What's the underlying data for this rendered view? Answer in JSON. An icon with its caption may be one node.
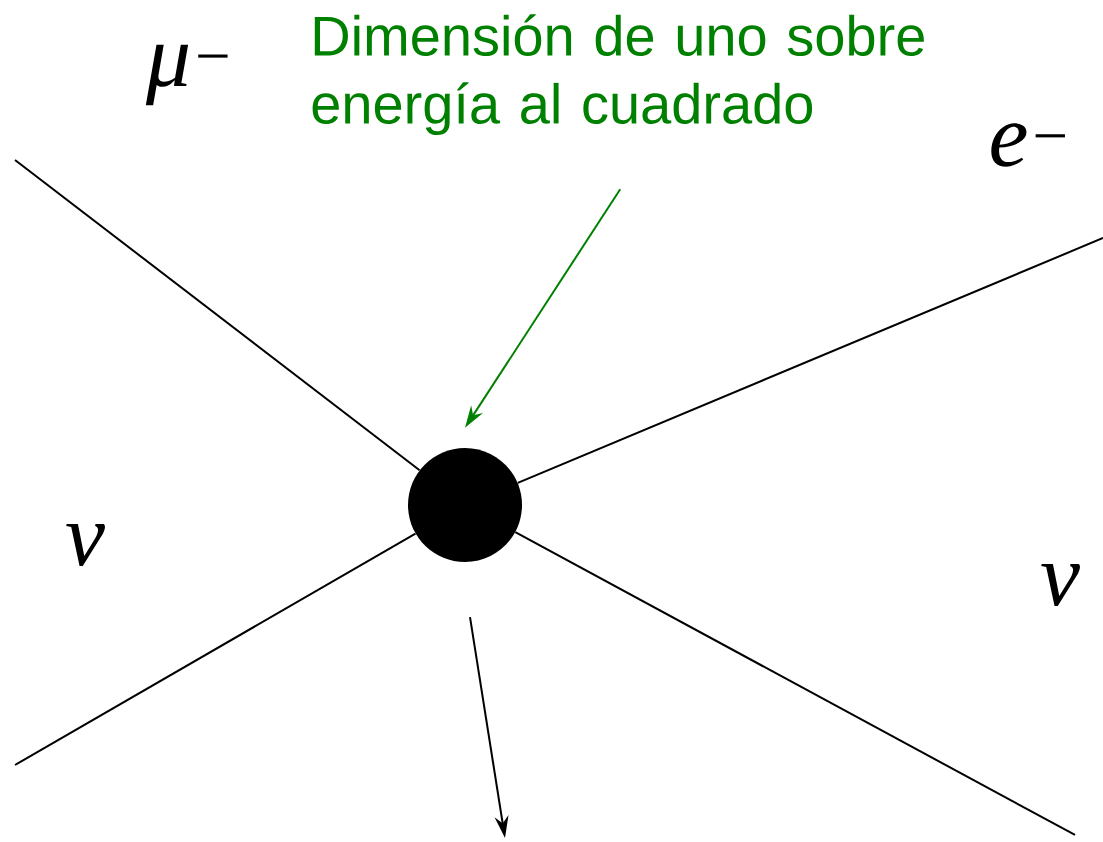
{
  "diagram": {
    "nodes": [
      {
        "text": [
          "Dimensión de uno sobre energía al cuadrado"
        ]
      },
      {
        "text": [],
        "shape": "circle"
      }
    ],
    "edges": [
      {
        "from": 0,
        "to": 1,
        "arrow": "to",
        "color": "#008000"
      },
      {
        "from": null,
        "to": 1,
        "arrow": "none"
      },
      {
        "from": null,
        "to": 1,
        "arrow": "none"
      },
      {
        "from": null,
        "to": 1,
        "arrow": "none"
      },
      {
        "from": null,
        "to": 1,
        "arrow": "none"
      },
      {
        "from": 1,
        "to": null,
        "arrow": "to"
      }
    ],
    "labels": [
      "μ$^{−}$",
      "e$^{−}$",
      "ν",
      "ν"
    ]
  }
}
